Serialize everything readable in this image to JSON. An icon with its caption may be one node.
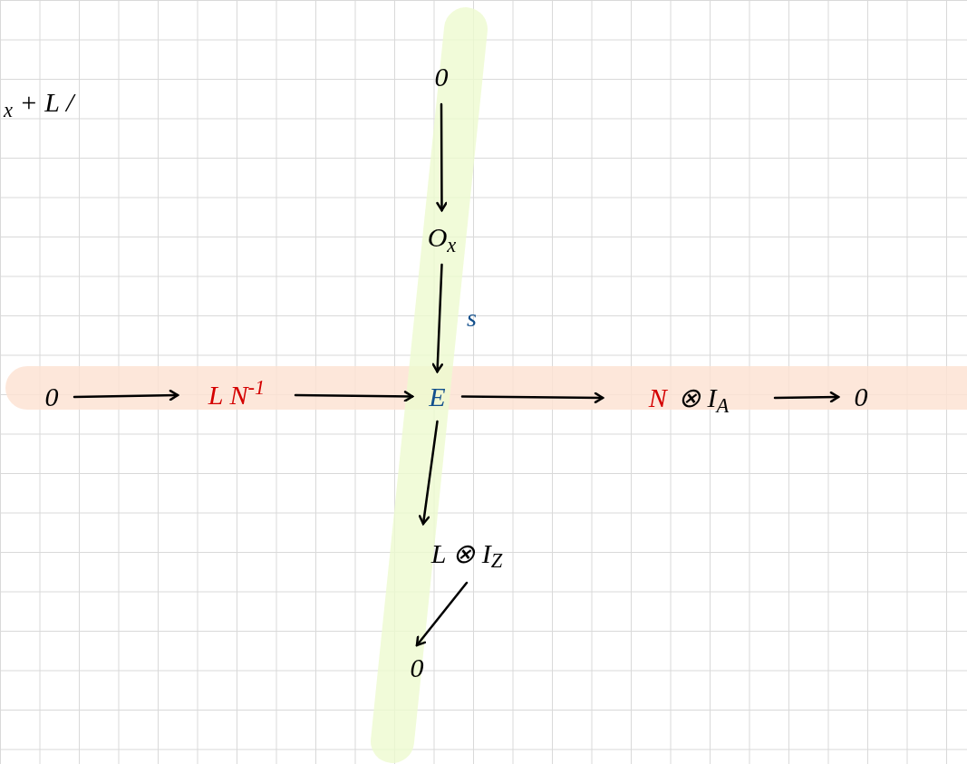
{
  "diagram": {
    "nodes": [
      {
        "text": [
          "0"
        ]
      },
      {
        "text": [
          "O$_{x}$"
        ]
      },
      {
        "text": [
          "0"
        ]
      },
      {
        "text": [
          "L N$^{-1}$"
        ]
      },
      {
        "text": [
          "E"
        ]
      },
      {
        "text": [
          "N",
          "⊗ I$_{A}$"
        ]
      },
      {
        "text": [
          "0"
        ]
      },
      {
        "text": [
          "L ⊗ I$_{Z}$"
        ]
      },
      {
        "text": [
          "0"
        ]
      }
    ],
    "edges": [
      {
        "from": 0,
        "to": 1,
        "arrow": "to"
      },
      {
        "from": 1,
        "to": 4,
        "arrow": "to",
        "label": "s"
      },
      {
        "from": 4,
        "to": 7,
        "arrow": "to"
      },
      {
        "from": 7,
        "to": 8,
        "arrow": "to"
      },
      {
        "from": 2,
        "to": 3,
        "arrow": "to"
      },
      {
        "from": 3,
        "to": 4,
        "arrow": "to"
      },
      {
        "from": 4,
        "to": 5,
        "arrow": "to"
      },
      {
        "from": 5,
        "to": 6,
        "arrow": "to"
      }
    ],
    "labels": [
      "$_{x}$ + L /"
    ]
  }
}
